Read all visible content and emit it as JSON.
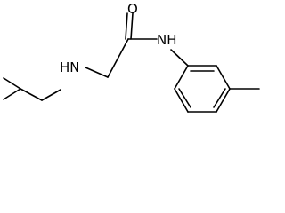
{
  "molecule": {
    "atom_labels": {
      "oxygen": "O",
      "amide_nitrogen": "NH",
      "amine_nitrogen": "HN"
    },
    "colors": {
      "bonds": "#000000",
      "labels": "#000000",
      "background": "#ffffff"
    }
  }
}
